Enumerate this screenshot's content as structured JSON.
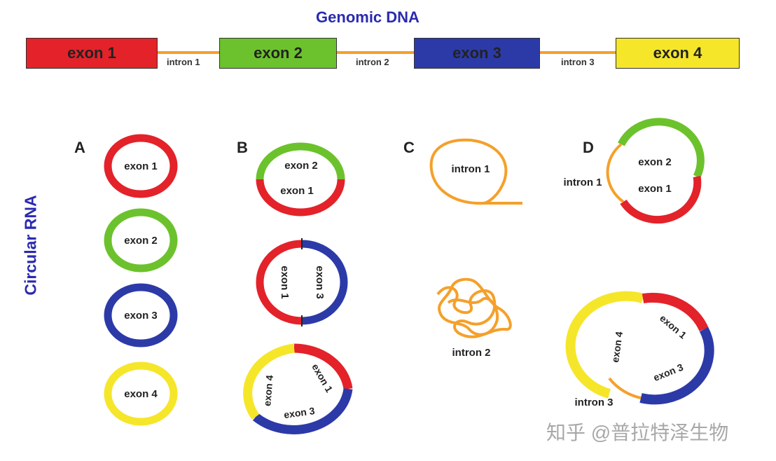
{
  "title": "Genomic DNA",
  "side_label": "Circular RNA",
  "exons": [
    "exon 1",
    "exon 2",
    "exon 3",
    "exon 4"
  ],
  "introns": [
    "intron 1",
    "intron 2",
    "intron 3"
  ],
  "panels": [
    "A",
    "B",
    "C",
    "D"
  ],
  "colors": {
    "exon1": "#e3222a",
    "exon2": "#6cc22c",
    "exon3": "#2c3aa8",
    "exon4": "#f5e62a",
    "intron": "#f5a02a",
    "title": "#2a2ab0"
  },
  "watermark": "知乎 @普拉特泽生物"
}
